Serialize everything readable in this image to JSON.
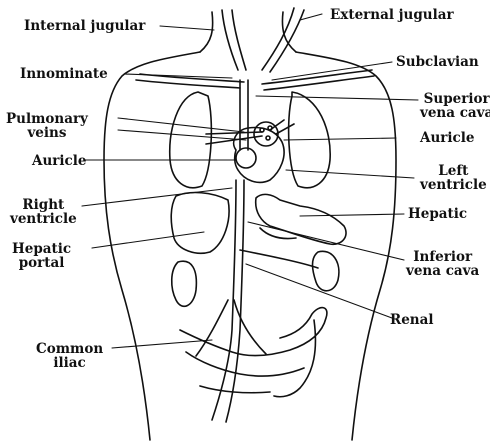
{
  "colors": {
    "ink": "#111111",
    "paper": "#ffffff"
  },
  "labels": {
    "internal_jugular": "Internal jugular",
    "external_jugular": "External jugular",
    "innominate": "Innominate",
    "subclavian": "Subclavian",
    "pulmonary_veins": [
      "Pulmonary",
      "veins"
    ],
    "superior_vena_cava": [
      "Superior",
      "vena cava"
    ],
    "auricle_left": "Auricle",
    "auricle_right": "Auricle",
    "left_ventricle": [
      "Left",
      "ventricle"
    ],
    "right_ventricle": [
      "Right",
      "ventricle"
    ],
    "hepatic": "Hepatic",
    "hepatic_portal": [
      "Hepatic",
      "portal"
    ],
    "inferior_vena_cava": [
      "Inferior",
      "vena cava"
    ],
    "renal": "Renal",
    "common_iliac": [
      "Common",
      "iliac"
    ]
  }
}
